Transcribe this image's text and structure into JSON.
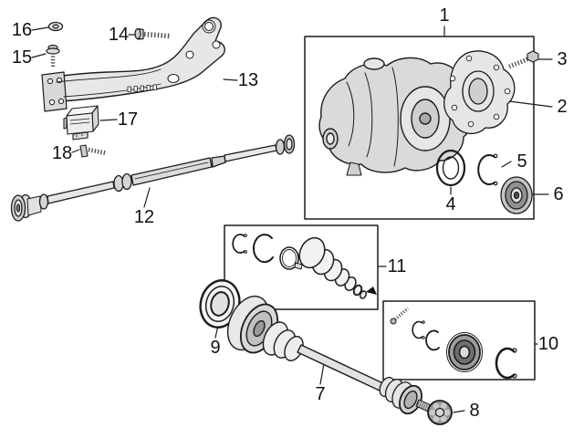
{
  "diagram": {
    "background": "#ffffff",
    "line_color": "#1c1c1c",
    "fill_light": "#e4e4e4",
    "fill_mid": "#bfbfbf",
    "fill_dark": "#8f8f8f",
    "callouts": [
      {
        "num": "1"
      },
      {
        "num": "2"
      },
      {
        "num": "3"
      },
      {
        "num": "4"
      },
      {
        "num": "5"
      },
      {
        "num": "6"
      },
      {
        "num": "7"
      },
      {
        "num": "8"
      },
      {
        "num": "9"
      },
      {
        "num": "10"
      },
      {
        "num": "11"
      },
      {
        "num": "12"
      },
      {
        "num": "13"
      },
      {
        "num": "14"
      },
      {
        "num": "15"
      },
      {
        "num": "16"
      },
      {
        "num": "17"
      },
      {
        "num": "18"
      }
    ]
  }
}
